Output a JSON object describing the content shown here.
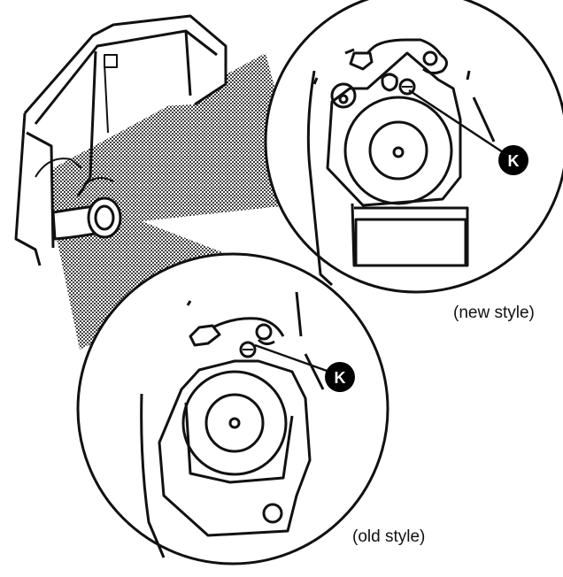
{
  "diagram": {
    "views": [
      {
        "id": "new",
        "caption": "(new style)",
        "callout": "K"
      },
      {
        "id": "old",
        "caption": "(old style)",
        "callout": "K"
      }
    ]
  }
}
